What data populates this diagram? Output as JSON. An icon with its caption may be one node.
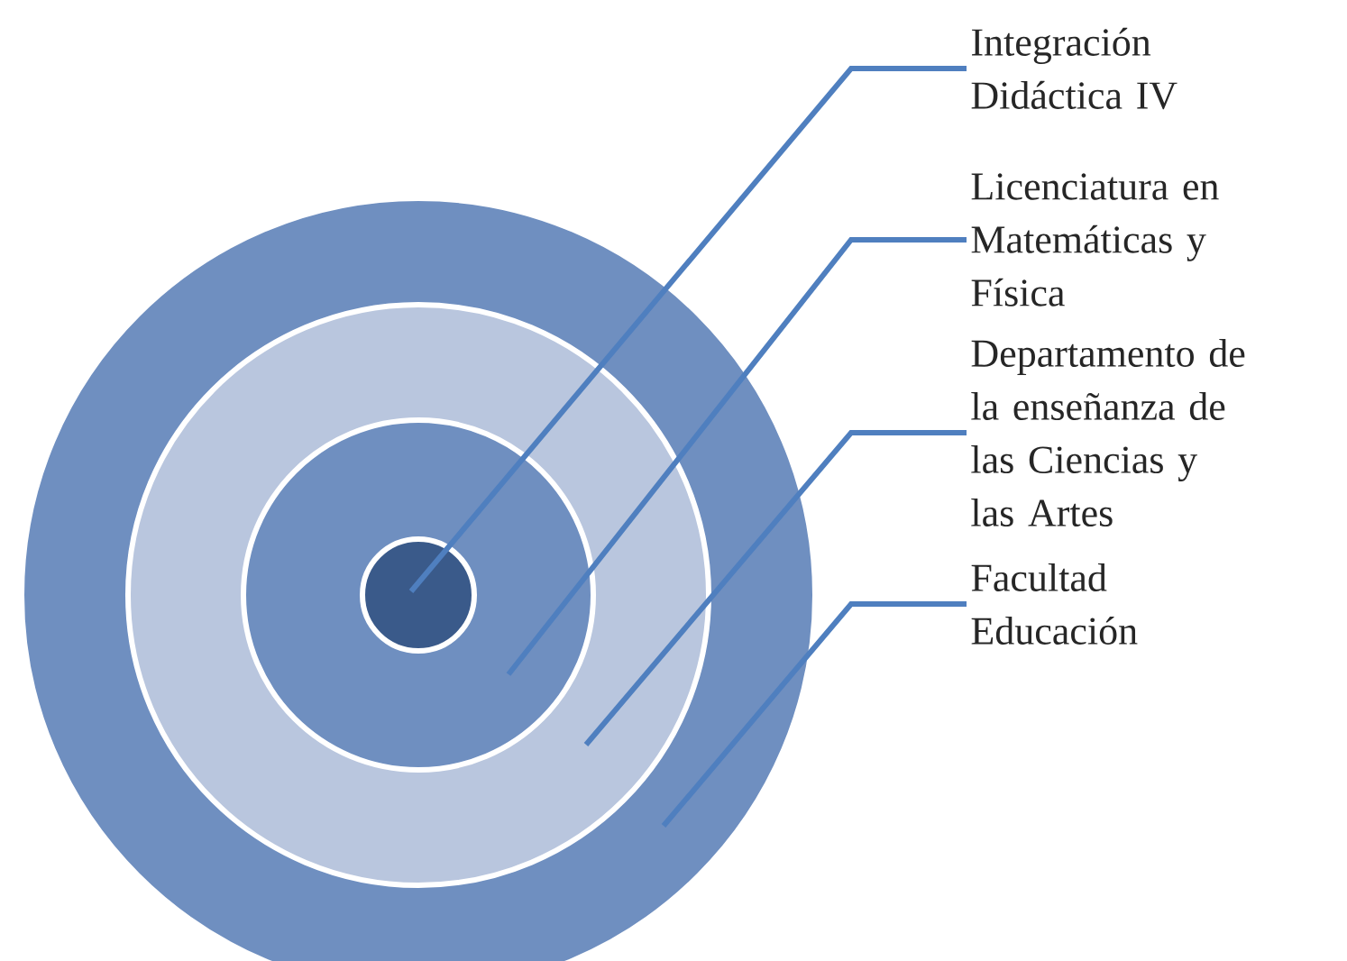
{
  "diagram": {
    "nodes": [
      {
        "text": [],
        "shape": "circle"
      },
      {
        "text": [],
        "shape": "circle",
        "in": 0
      },
      {
        "text": [],
        "shape": "circle",
        "in": 1
      },
      {
        "text": [],
        "shape": "circle",
        "in": 2
      },
      {
        "text": [
          "Integración Didáctica IV"
        ]
      },
      {
        "text": [
          "Licenciatura en Matemáticas y Física"
        ]
      },
      {
        "text": [
          "Departamento de la enseñanza de las Ciencias y las Artes"
        ]
      },
      {
        "text": [
          "Facultad Educación"
        ]
      }
    ],
    "edges": [
      {
        "from": 4,
        "to": 3,
        "arrow": "none"
      },
      {
        "from": 5,
        "to": 2,
        "arrow": "none"
      },
      {
        "from": 6,
        "to": 1,
        "arrow": "none"
      },
      {
        "from": 7,
        "to": 0,
        "arrow": "none"
      }
    ]
  }
}
